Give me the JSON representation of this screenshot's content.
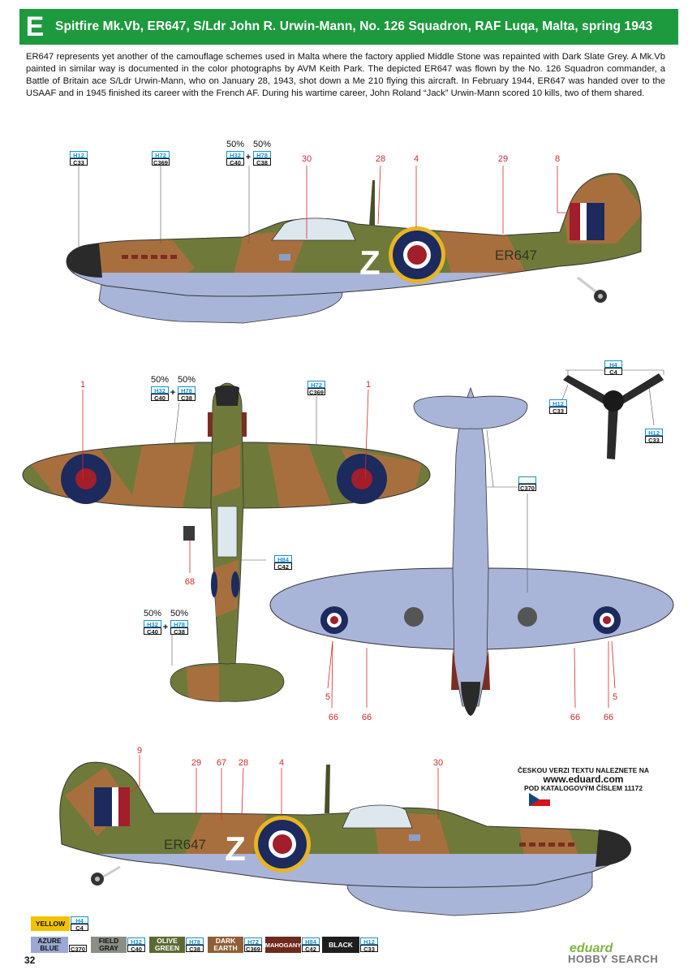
{
  "header": {
    "letter": "E",
    "title": "Spitfire Mk.Vb, ER647, S/Ldr John R. Urwin-Mann, No. 126 Squadron, RAF Luqa, Malta, spring 1943"
  },
  "description": "ER647 represents yet another of the camouflage schemes used in Malta where the factory applied Middle Stone was repainted with Dark Slate Grey. A Mk.Vb painted in similar way is documented in the color photographs by AVM Keith Park. The depicted ER647 was flown by the No. 126 Squadron commander, a Battle of Britain ace S/Ldr Urwin-Mann, who on January 28, 1943, shot down a Me 210 flying this aircraft. In February 1944, ER647 was handed over to the USAAF and in 1945 finished its career with the French AF. During his wartime career, John Roland “Jack” Urwin-Mann scored 10 kills, two of them shared.",
  "aircraft": {
    "serial": "ER647",
    "code_letter": "Z"
  },
  "mix_label": "50%",
  "plus": "+",
  "callouts": {
    "n1": "1",
    "n4": "4",
    "n5": "5",
    "n8": "8",
    "n9": "9",
    "n28": "28",
    "n29": "29",
    "n30": "30",
    "n66": "66",
    "n67": "67",
    "n68": "68"
  },
  "codes": {
    "H4": "H4",
    "C4": "C4",
    "H12": "H12",
    "C33": "C33",
    "H32": "H32",
    "C40": "C40",
    "H78": "H78",
    "C38": "C38",
    "H72": "H72",
    "C369": "C369",
    "H84": "H84",
    "C42": "C42",
    "C370": "C370"
  },
  "legend": {
    "yellow": "YELLOW",
    "azure_blue_1": "AZURE",
    "azure_blue_2": "BLUE",
    "field_gray_1": "FIELD",
    "field_gray_2": "GRAY",
    "olive_green_1": "OLIVE",
    "olive_green_2": "GREEN",
    "dark_earth_1": "DARK",
    "dark_earth_2": "EARTH",
    "mahogany": "MAHOGANY",
    "black": "BLACK"
  },
  "eduard_note": {
    "line1": "ČESKOU VERZI TEXTU NALEZNETE NA",
    "url": "www.eduard.com",
    "line2": "POD KATALOGOVÝM ČÍSLEM 11172"
  },
  "page_number": "32",
  "logos": {
    "eduard": "eduard",
    "hobby_search": "HOBBY SEARCH"
  },
  "colors": {
    "banner": "#1d9a3e",
    "olive": "#6f7a3a",
    "earth": "#a86f3e",
    "azure": "#a9b4d9",
    "roundel_blue": "#1c2a5e",
    "roundel_red": "#a21e2a",
    "yellow": "#e8b422",
    "callout": "#d42a2a",
    "code_blue": "#1a8fd4"
  }
}
